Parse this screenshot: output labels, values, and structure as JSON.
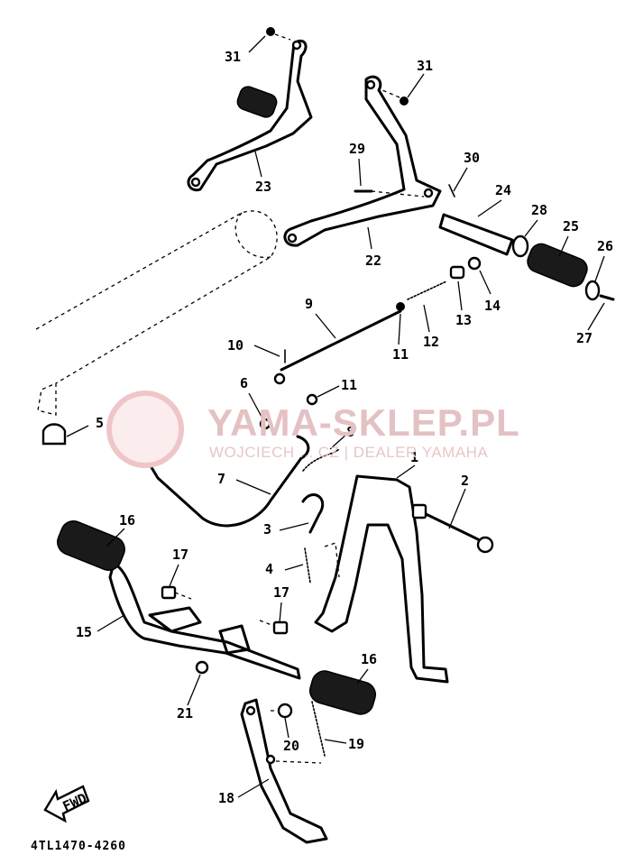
{
  "diagram_code": "4TL1470-4260",
  "watermark": {
    "title": "YAMA-SKLEP.PL",
    "subtitle": "WOJCIECH ... CZ | DEALER YAMAHA"
  },
  "fwd_label": "FWD",
  "callouts": [
    {
      "id": "1",
      "text": "1"
    },
    {
      "id": "2",
      "text": "2"
    },
    {
      "id": "3",
      "text": "3"
    },
    {
      "id": "4",
      "text": "4"
    },
    {
      "id": "5",
      "text": "5"
    },
    {
      "id": "6",
      "text": "6"
    },
    {
      "id": "7",
      "text": "7"
    },
    {
      "id": "8",
      "text": "8"
    },
    {
      "id": "9",
      "text": "9"
    },
    {
      "id": "10",
      "text": "10"
    },
    {
      "id": "11a",
      "text": "11"
    },
    {
      "id": "11b",
      "text": "11"
    },
    {
      "id": "12",
      "text": "12"
    },
    {
      "id": "13",
      "text": "13"
    },
    {
      "id": "14",
      "text": "14"
    },
    {
      "id": "15",
      "text": "15"
    },
    {
      "id": "16a",
      "text": "16"
    },
    {
      "id": "16b",
      "text": "16"
    },
    {
      "id": "17a",
      "text": "17"
    },
    {
      "id": "17b",
      "text": "17"
    },
    {
      "id": "18",
      "text": "18"
    },
    {
      "id": "19",
      "text": "19"
    },
    {
      "id": "20",
      "text": "20"
    },
    {
      "id": "21",
      "text": "21"
    },
    {
      "id": "22",
      "text": "22"
    },
    {
      "id": "23",
      "text": "23"
    },
    {
      "id": "24",
      "text": "24"
    },
    {
      "id": "25",
      "text": "25"
    },
    {
      "id": "26",
      "text": "26"
    },
    {
      "id": "27",
      "text": "27"
    },
    {
      "id": "28",
      "text": "28"
    },
    {
      "id": "29",
      "text": "29"
    },
    {
      "id": "30",
      "text": "30"
    },
    {
      "id": "31a",
      "text": "31"
    },
    {
      "id": "31b",
      "text": "31"
    }
  ]
}
